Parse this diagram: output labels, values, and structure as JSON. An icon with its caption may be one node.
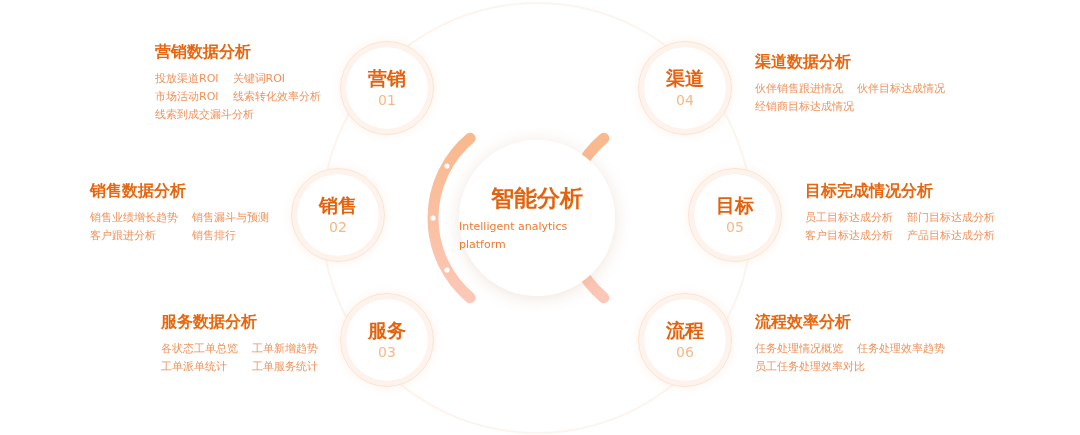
{
  "diagram": {
    "nodes": [
      {
        "text": [
          "智能分析",
          "Intelligent analytics platform"
        ]
      },
      {
        "text": [
          "营销",
          "01"
        ],
        "beside": [
          "营销数据分析",
          "投放渠道ROI",
          "关键词ROI",
          "市场活动ROI",
          "线索转化效率分析",
          "线索到成交漏斗分析"
        ]
      },
      {
        "text": [
          "销售",
          "02"
        ],
        "beside": [
          "销售数据分析",
          "销售业绩增长趋势",
          "销售漏斗与预测",
          "客户跟进分析",
          "销售排行"
        ]
      },
      {
        "text": [
          "服务",
          "03"
        ],
        "beside": [
          "服务数据分析",
          "各状态工单总览",
          "工单新增趋势",
          "工单派单统计",
          "工单服务统计"
        ]
      },
      {
        "text": [
          "渠道",
          "04"
        ],
        "beside": [
          "渠道数据分析",
          "伙伴销售跟进情况",
          "伙伴目标达成情况",
          "经销商目标达成情况"
        ]
      },
      {
        "text": [
          "目标",
          "05"
        ],
        "beside": [
          "目标完成情况分析",
          "员工目标达成分析",
          "部门目标达成分析",
          "客户目标达成分析",
          "产品目标达成分析"
        ]
      },
      {
        "text": [
          "流程",
          "06"
        ],
        "beside": [
          "流程效率分析",
          "任务处理情况概览",
          "任务处理效率趋势",
          "员工任务处理效率对比"
        ]
      }
    ]
  }
}
